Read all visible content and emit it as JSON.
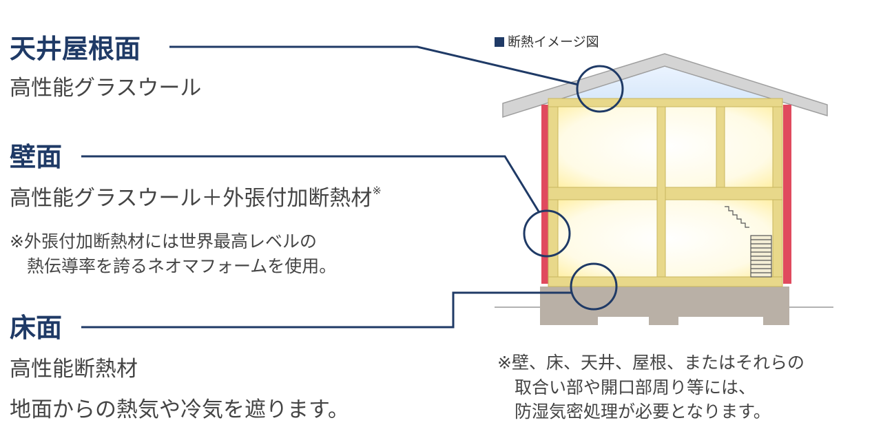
{
  "colors": {
    "navy": "#1f3a66",
    "red_insulation": "#e04a5e",
    "wood": "#e8d88a",
    "glow": "#fff6c8",
    "roof": "#cfcfcf",
    "foundation": "#b9b0a6"
  },
  "sections": [
    {
      "heading": "天井屋根面",
      "text": "高性能グラスウール"
    },
    {
      "heading": "壁面",
      "text": "高性能グラスウール＋外張付加断熱材",
      "mark": "※",
      "note_lines": [
        "※外張付加断熱材には世界最高レベルの",
        "　熱伝導率を誇るネオマフォームを使用。"
      ]
    },
    {
      "heading": "床面",
      "text": "高性能断熱材",
      "text2": "地面からの熱気や冷気を遮ります。"
    }
  ],
  "diagram": {
    "caption": "断熱イメージ図",
    "footnote_lines": [
      "※壁、床、天井、屋根、またはそれらの",
      "　取合い部や開口部周り等には、",
      "　防湿気密処理が必要となります。"
    ]
  }
}
